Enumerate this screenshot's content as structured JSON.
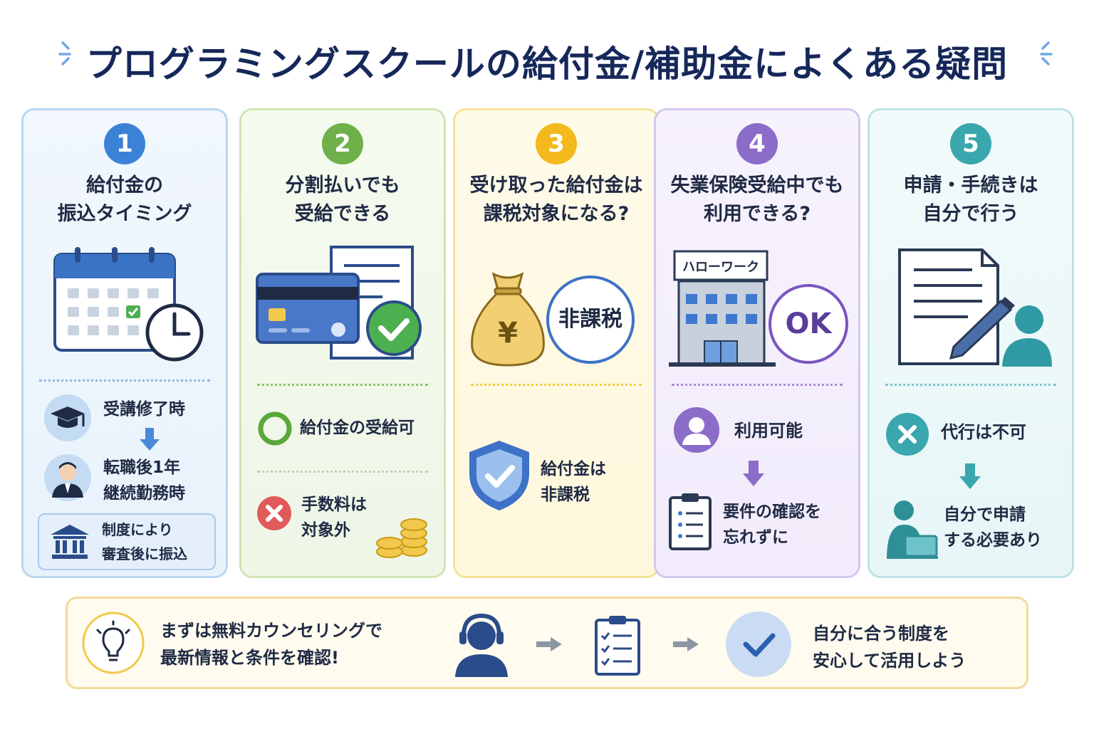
{
  "title": "プログラミングスクールの給付金/補助金によくある疑問",
  "cards": [
    {
      "number": "1",
      "heading": [
        "給付金の",
        "振込タイミング"
      ],
      "step1": "受講修了時",
      "step2": [
        "転職後1年",
        "継続勤務時"
      ],
      "note": [
        "制度により",
        "審査後に振込"
      ],
      "color": "#3b82d6"
    },
    {
      "number": "2",
      "heading": [
        "分割払いでも",
        "受給できる"
      ],
      "ok": "給付金の受給可",
      "ng": [
        "手数料は",
        "対象外"
      ],
      "color": "#6fb04a"
    },
    {
      "number": "3",
      "heading": [
        "受け取った給付金は",
        "課税対象になる?"
      ],
      "badge": "非課税",
      "yen": "¥",
      "result": [
        "給付金は",
        "非課税"
      ],
      "color": "#f4b91c"
    },
    {
      "number": "4",
      "heading": [
        "失業保険受給中でも",
        "利用できる?"
      ],
      "building_sign": "ハローワーク",
      "badge": "OK",
      "step1": "利用可能",
      "step2": [
        "要件の確認を",
        "忘れずに"
      ],
      "color": "#8b6cc9"
    },
    {
      "number": "5",
      "heading": [
        "申請・手続きは",
        "自分で行う"
      ],
      "step1": "代行は不可",
      "step2": [
        "自分で申請",
        "する必要あり"
      ],
      "color": "#3aa6ad"
    }
  ],
  "bottom": {
    "left": [
      "まずは無料カウンセリングで",
      "最新情報と条件を確認!"
    ],
    "right": [
      "自分に合う制度を",
      "安心して活用しよう"
    ]
  },
  "icons": [
    "calendar-icon",
    "clock-icon",
    "graduation-cap-icon",
    "businessman-icon",
    "bank-icon",
    "credit-card-icon",
    "document-icon",
    "check-circle-icon",
    "circle-icon",
    "cross-icon",
    "coins-icon",
    "money-bag-icon",
    "shield-check-icon",
    "hello-work-building-icon",
    "user-icon",
    "arrow-down-icon",
    "clipboard-icon",
    "pen-icon",
    "person-icon",
    "laptop-user-icon",
    "lightbulb-icon",
    "headset-icon",
    "checklist-icon",
    "arrow-right-icon"
  ]
}
